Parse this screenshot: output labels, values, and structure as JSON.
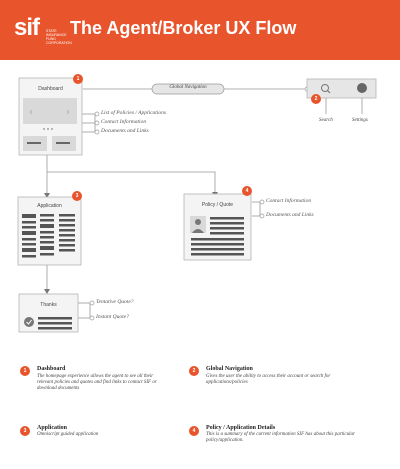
{
  "header": {
    "logo": "sif",
    "logo_subtext": "STATE INSURANCE FUND CORPORATION",
    "title": "The Agent/Broker UX Flow"
  },
  "colors": {
    "accent": "#e8542b",
    "box_fill": "#e6e6e6",
    "box_stroke": "#b5b5b5",
    "line": "#999999"
  },
  "nodes": {
    "dashboard": {
      "number": "1",
      "title": "Dashboard",
      "notes": [
        "List of Policies / Applications",
        "Contact Information",
        "Documents and Links"
      ]
    },
    "global_nav": {
      "number": "2",
      "label": "Global Navigation",
      "search_label": "Search",
      "settings_label": "Settings",
      "icons": [
        "search-icon",
        "settings-icon"
      ]
    },
    "application": {
      "number": "3",
      "title": "Application"
    },
    "policy_quote": {
      "number": "4",
      "title": "Policy / Quote",
      "notes": [
        "Contact Information",
        "Documents and Links"
      ]
    },
    "thanks": {
      "title": "Thanks",
      "notes": [
        "Tentative Quote?",
        "Instant Quote?"
      ],
      "icon": "check-icon"
    }
  },
  "legend": [
    {
      "number": "1",
      "title": "Dashboard",
      "desc": "The homepage experience allows the agent to see all their relevant policies and quotes and find links to contact SIF or download documents"
    },
    {
      "number": "2",
      "title": "Global Navigation",
      "desc": "Gives the user the ability to access their account or search for applications/policies"
    },
    {
      "number": "3",
      "title": "Application",
      "desc": "Omniscript guided application"
    },
    {
      "number": "4",
      "title": "Policy / Application Details",
      "desc": "This is a summary of the current information SIF has about this particular policy/application."
    }
  ]
}
